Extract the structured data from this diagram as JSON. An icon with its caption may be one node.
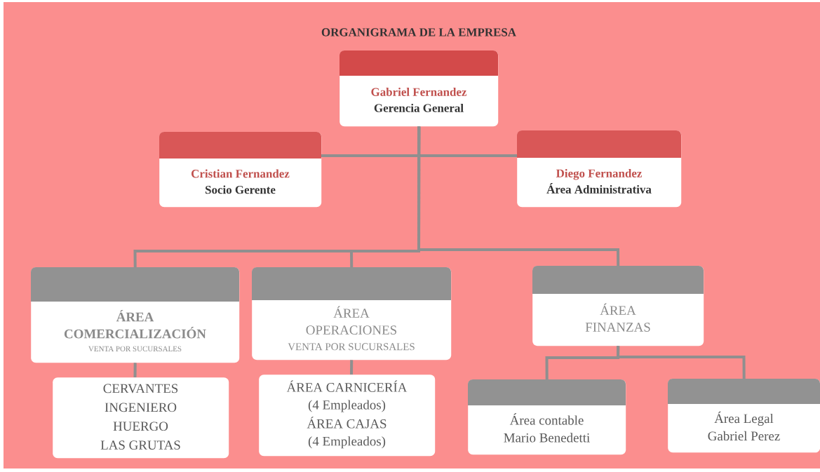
{
  "diagram": {
    "title": "ORGANIGRAMA DE LA EMPRESA",
    "nodes": [
      {
        "text": [
          "Gabriel Fernandez",
          "Gerencia General"
        ]
      },
      {
        "text": [
          "Cristian Fernandez",
          "Socio Gerente"
        ]
      },
      {
        "text": [
          "Diego Fernandez",
          "Área Administrativa"
        ]
      },
      {
        "text": [
          "ÁREA COMERCIALIZACIÓN",
          "VENTA POR SUCURSALES"
        ]
      },
      {
        "text": [
          "ÁREA OPERACIONES",
          "VENTA POR SUCURSALES"
        ]
      },
      {
        "text": [
          "ÁREA FINANZAS"
        ]
      },
      {
        "text": [
          "CERVANTES",
          "INGENIERO",
          "HUERGO",
          "LAS GRUTAS"
        ]
      },
      {
        "text": [
          "ÁREA CARNICERÍA (4 Empleados)",
          "ÁREA CAJAS (4 Empleados)"
        ]
      },
      {
        "text": [
          "Área contable Mario Benedetti"
        ]
      },
      {
        "text": [
          "Área Legal Gabriel Perez"
        ]
      }
    ],
    "edges": [
      {
        "from": 0,
        "to": 1,
        "arrow": "none"
      },
      {
        "from": 0,
        "to": 2,
        "arrow": "none"
      },
      {
        "from": 0,
        "to": 3,
        "arrow": "none"
      },
      {
        "from": 0,
        "to": 4,
        "arrow": "none"
      },
      {
        "from": 0,
        "to": 5,
        "arrow": "none"
      },
      {
        "from": 3,
        "to": 6,
        "arrow": "none"
      },
      {
        "from": 4,
        "to": 7,
        "arrow": "none"
      },
      {
        "from": 5,
        "to": 8,
        "arrow": "none"
      },
      {
        "from": 5,
        "to": 9,
        "arrow": "none"
      }
    ]
  }
}
